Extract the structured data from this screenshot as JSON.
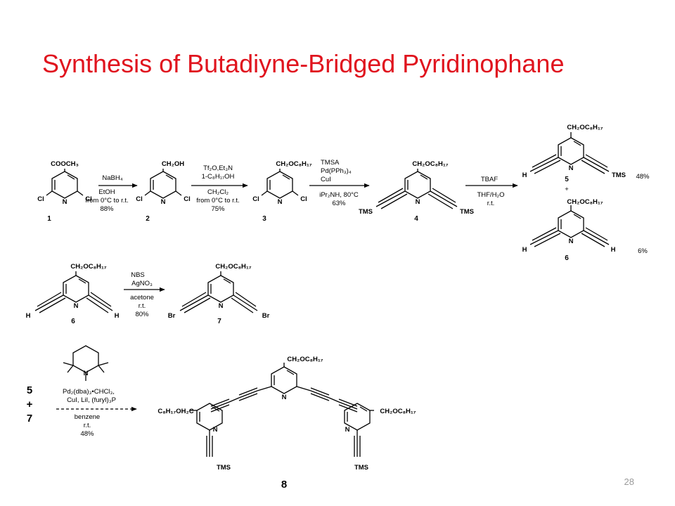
{
  "slide": {
    "title": "Synthesis of Butadiyne-Bridged Pyridinophane",
    "page_number": "28"
  },
  "compounds": {
    "c1": {
      "number": "1",
      "substituent": "COOCH₃",
      "ring_atoms": [
        "Cl",
        "N",
        "Cl"
      ]
    },
    "c2": {
      "number": "2",
      "substituent": "CH₂OH",
      "ring_atoms": [
        "Cl",
        "N",
        "Cl"
      ]
    },
    "c3": {
      "number": "3",
      "substituent": "CH₂OC₈H₁₇",
      "ring_atoms": [
        "Cl",
        "N",
        "Cl"
      ]
    },
    "c4": {
      "number": "4",
      "substituent": "CH₂OC₈H₁₇",
      "ring_atoms": [
        "TMS",
        "N",
        "TMS"
      ]
    },
    "c5": {
      "number": "5",
      "substituent": "CH₂OC₈H₁₇",
      "ring_atoms": [
        "H",
        "N",
        "TMS"
      ],
      "yield": "48%"
    },
    "plus": "+",
    "c6": {
      "number": "6",
      "substituent": "CH₂OC₈H₁₇",
      "ring_atoms": [
        "H",
        "N",
        "H"
      ],
      "yield": "6%"
    },
    "c6b": {
      "number": "6",
      "substituent": "CH₂OC₈H₁₇",
      "ring_atoms": [
        "H",
        "N",
        "H"
      ]
    },
    "c7": {
      "number": "7",
      "substituent": "CH₂OC₈H₁₇",
      "ring_atoms": [
        "Br",
        "N",
        "Br"
      ]
    },
    "c8": {
      "number": "8",
      "top_substituent": "CH₂OC₈H₁₇",
      "left_substituent": "C₈H₁₇OH₂C",
      "right_substituent": "CH₂OC₈H₁₇",
      "n_atom": "N",
      "tms": "TMS"
    },
    "reactants_final": {
      "top": "5",
      "plus": "+",
      "bottom": "7"
    }
  },
  "reactions": {
    "r1": {
      "above": [
        "NaBH₄"
      ],
      "below": [
        "EtOH",
        "from 0°C to r.t.",
        "88%"
      ]
    },
    "r2": {
      "above": [
        "Tf₂O,Et₃N",
        "1-C₈H₁₇OH"
      ],
      "below": [
        "CH₂Cl₂",
        "from 0°C to r.t.",
        "75%"
      ]
    },
    "r3": {
      "above": [
        "TMSA",
        "Pd(PPh₃)₄",
        "CuI"
      ],
      "below": [
        "iPr₂NH, 80°C",
        "63%"
      ]
    },
    "r4": {
      "above": [
        "TBAF"
      ],
      "below": [
        "THF/H₂O",
        "r.t."
      ]
    },
    "r5": {
      "above": [
        "NBS",
        "AgNO₃"
      ],
      "below": [
        "acetone",
        "r.t.",
        "80%"
      ]
    },
    "r6": {
      "above": [
        "Pd₂(dba)₃•CHCl₃,",
        "CuI, LiI, (furyl)₃P"
      ],
      "below": [
        "benzene",
        "r.t.",
        "48%"
      ],
      "reagent_n": "N"
    }
  },
  "colors": {
    "title": "#e0141e",
    "page_number": "#9a9a9a",
    "ink": "#000000"
  }
}
